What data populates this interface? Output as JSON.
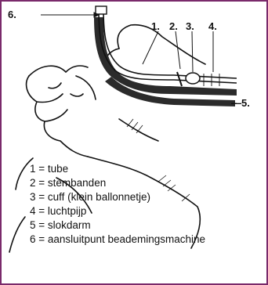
{
  "callouts": [
    "6.",
    "1.",
    "2.",
    "3.",
    "4.",
    "—5."
  ],
  "legend": [
    {
      "num": "1",
      "text": "tube"
    },
    {
      "num": "2",
      "text": "stembanden"
    },
    {
      "num": "3",
      "text": "cuff (klein ballonnetje)"
    },
    {
      "num": "4",
      "text": "luchtpijp"
    },
    {
      "num": "5",
      "text": "slokdarm"
    },
    {
      "num": "6",
      "text": "aansluitpunt beademingsmachine"
    }
  ],
  "colors": {
    "border": "#7a2a6b",
    "ink": "#111111",
    "tissue": "#2b2b2b"
  }
}
